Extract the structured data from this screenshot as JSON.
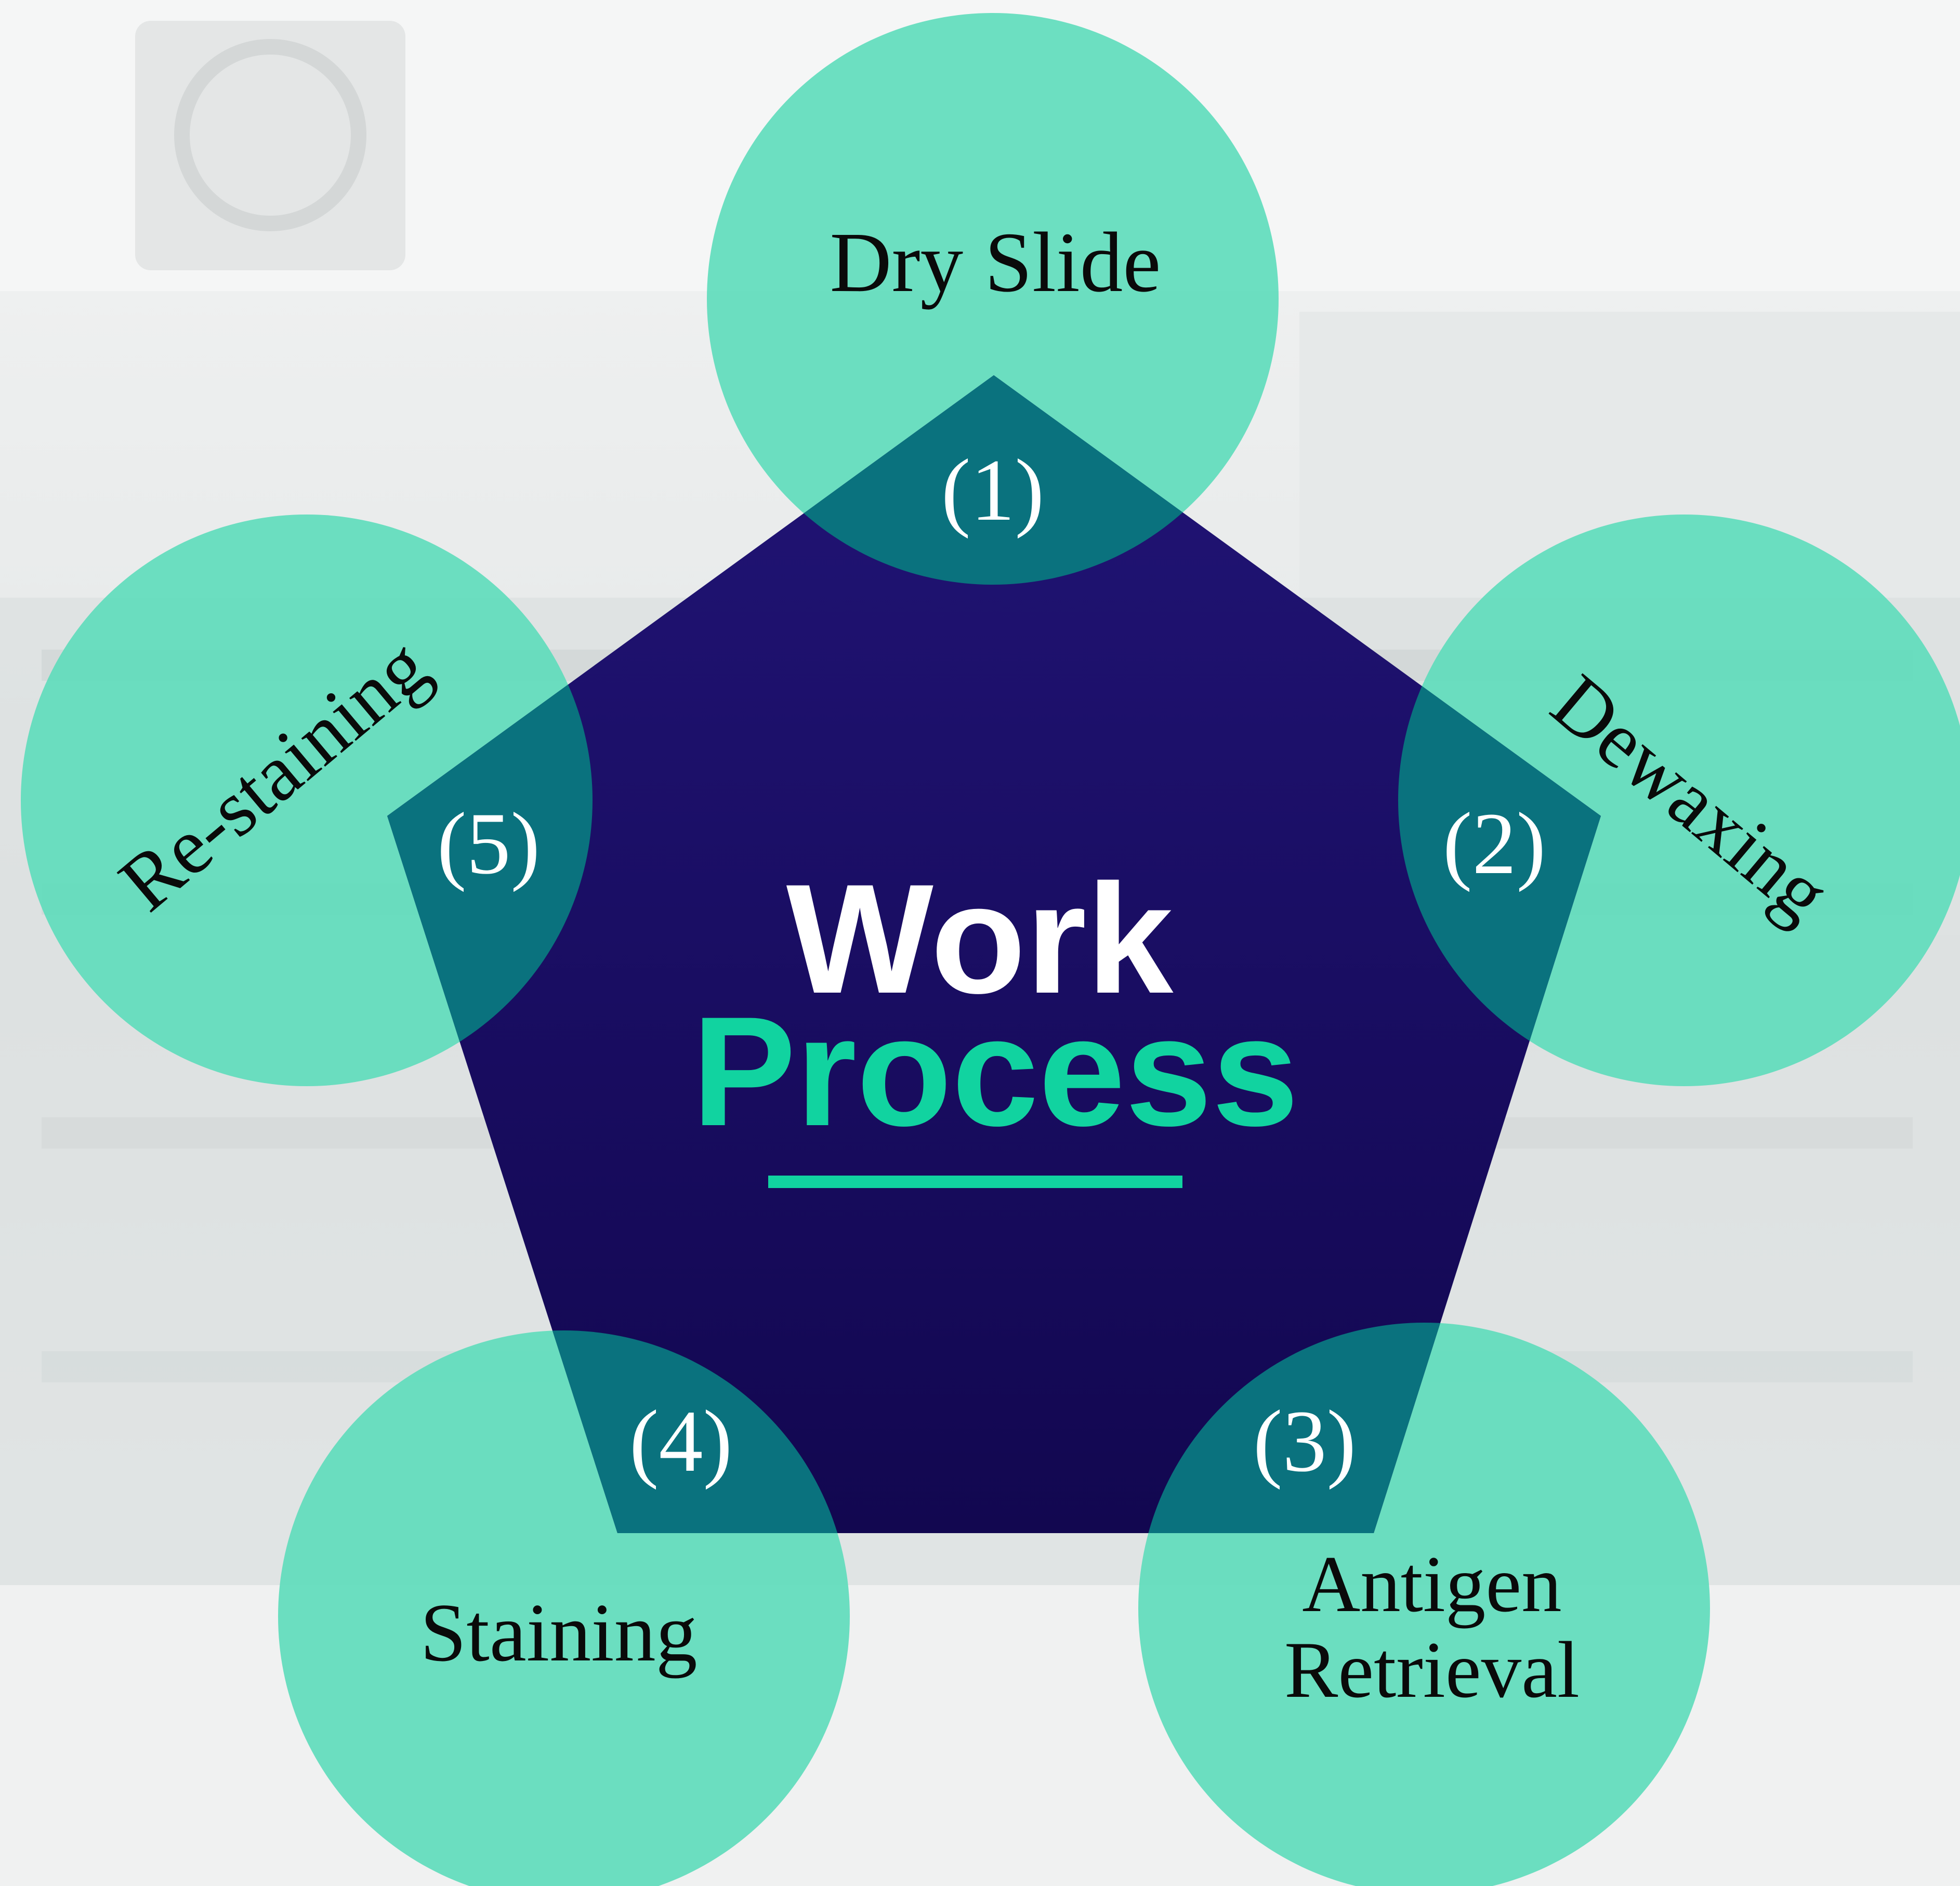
{
  "title": {
    "line1": "Work",
    "line2": "Process"
  },
  "steps": [
    {
      "number": "(1)",
      "label_lines": [
        "Dry Slide"
      ]
    },
    {
      "number": "(2)",
      "label_lines": [
        "Dewaxing"
      ]
    },
    {
      "number": "(3)",
      "label_lines": [
        "Antigen",
        "Retrieval"
      ]
    },
    {
      "number": "(4)",
      "label_lines": [
        "Staining"
      ]
    },
    {
      "number": "(5)",
      "label_lines": [
        "Re-staining"
      ]
    }
  ],
  "colors": {
    "circle": "#5fdcbc",
    "pentagon_top": "#211476",
    "pentagon_bottom": "#120750",
    "overlap": "#0a727e",
    "title_white": "#ffffff",
    "title_accent": "#11d3a0",
    "label_text": "#0a0a0a",
    "number_text": "#ffffff"
  }
}
